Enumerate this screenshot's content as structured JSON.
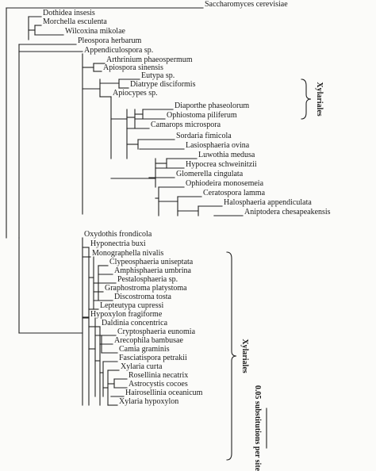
{
  "taxa": [
    "Saccharomyces cerevisiae",
    "Dothidea insesis",
    "Morchella esculenta",
    "Wilcoxina mikolae",
    "Pleospora herbarum",
    "Appendiculospora sp.",
    "Arthrinium phaeospermum",
    "Apiospora sinensis",
    "Eutypa sp.",
    "Diatrype disciformis",
    "Apiocypes sp.",
    "Diaporthe phaseolorum",
    "Ophiostoma piliferum",
    "Camarops microspora",
    "Sordaria fimicola",
    "Lasiosphaeria ovina",
    "Luwothia medusa",
    "Hypocrea schweinitzii",
    "Glomerella cingulata",
    "Ophiodeira monosemeia",
    "Ceratospora lamma",
    "Halosphaeria appendiculata",
    "Aniptodera chesapeakensis",
    "Oxydothis frondicola",
    "Hyponectria buxi",
    "Monographella nivalis",
    "Clypeosphaeria uniseptata",
    "Amphisphaeria umbrina",
    "Pestalosphaeria sp.",
    "Graphostroma platystoma",
    "Discostroma tosta",
    "Lepteutypa cupressi",
    "Hypoxylon fragiforme",
    "Daldinia concentrica",
    "Cryptosphaeria eunomia",
    "Arecophila bambusae",
    "Camia graminis",
    "Fasciatispora petrakii",
    "Xylaria curta",
    "Rosellinia necatrix",
    "Astrocystis cocoes",
    "Hairosellinia oceanicum",
    "Xylaria hypoxylon"
  ],
  "clade_labels": {
    "upper": "Xylariales",
    "lower": "Xylariales"
  },
  "scale_bar": {
    "label": "0.05 substitutions per site"
  }
}
